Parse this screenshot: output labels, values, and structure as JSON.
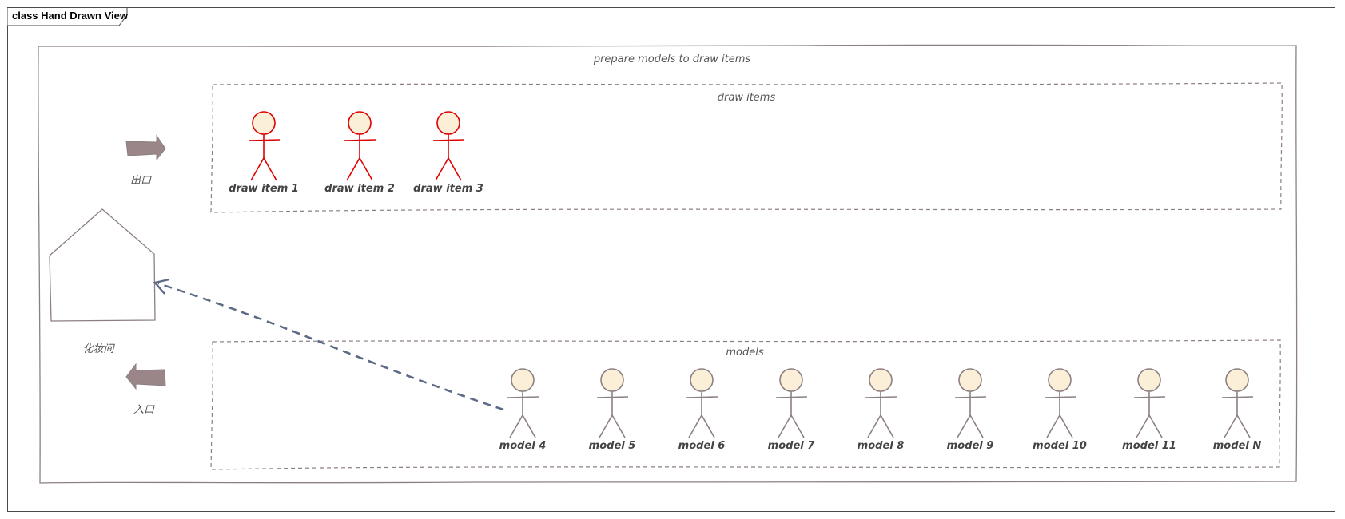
{
  "frame": {
    "title": "class Hand Drawn View"
  },
  "outer_boundary": {
    "label": "prepare models to draw items"
  },
  "draw_items_boundary": {
    "label": "draw items"
  },
  "models_boundary": {
    "label": "models"
  },
  "room": {
    "label": "化妆间"
  },
  "exit": {
    "label": "出口"
  },
  "entrance": {
    "label": "入口"
  },
  "draw_items": [
    {
      "label": "draw item 1"
    },
    {
      "label": "draw item 2"
    },
    {
      "label": "draw item 3"
    }
  ],
  "models": [
    {
      "label": "model 4"
    },
    {
      "label": "model 5"
    },
    {
      "label": "model 6"
    },
    {
      "label": "model 7"
    },
    {
      "label": "model 8"
    },
    {
      "label": "model 9"
    },
    {
      "label": "model 10"
    },
    {
      "label": "model 11"
    },
    {
      "label": "model N"
    }
  ],
  "colors": {
    "line": "#8c7f82",
    "draw_item_stroke": "#e00000",
    "actor_fill": "#fcefd8",
    "arrow_fill": "#9a8589",
    "dependency": "#5d6a86"
  }
}
